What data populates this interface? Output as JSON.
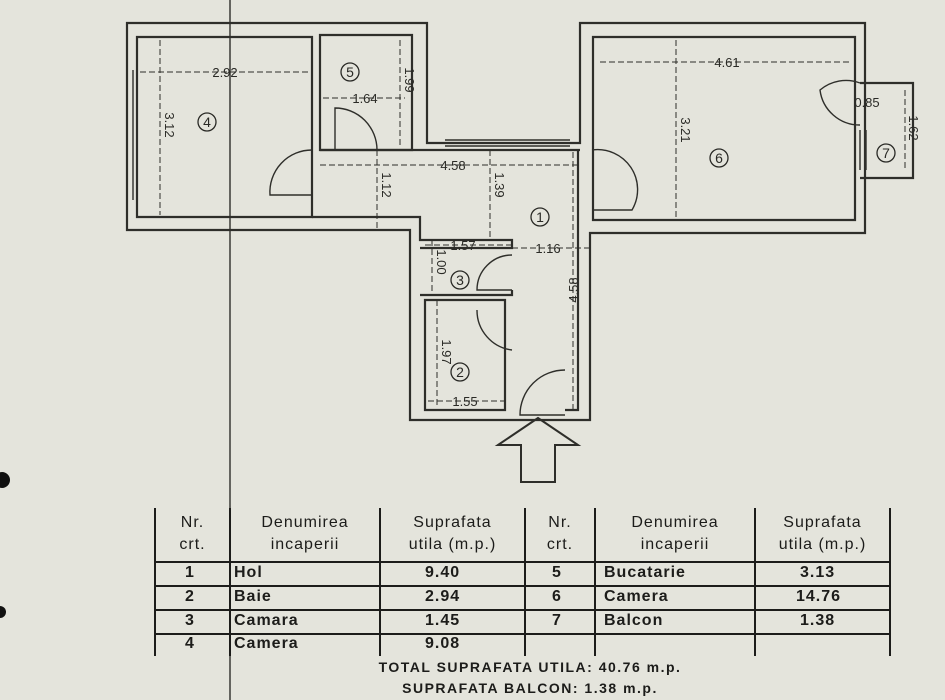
{
  "plan": {
    "rooms": [
      "1",
      "2",
      "3",
      "4",
      "5",
      "6",
      "7"
    ],
    "dimensions": {
      "room4_width": "2.92",
      "room4_length": "3.12",
      "room5_width": "1.64",
      "room5_length": "1.99",
      "hall_length": "4.58",
      "hall_width_left": "1.12",
      "hall_width_mid": "1.39",
      "room3_width": "1.57",
      "hall_column_width": "1.16",
      "hall_column_length": "4.58",
      "room3_length": "1.00",
      "room2_length": "1.97",
      "room2_width": "1.55",
      "room6_width": "4.61",
      "room6_length": "3.21",
      "room7_width": "0.85",
      "room7_length": "1.62"
    },
    "entrance_arrow": "entrance-arrow-icon"
  },
  "table": {
    "headers": {
      "nr": [
        "Nr.",
        "crt."
      ],
      "name": [
        "Denumirea",
        "incaperii"
      ],
      "area": [
        "Suprafata",
        "utila (m.p.)"
      ]
    },
    "left_rows": [
      {
        "nr": "1",
        "name": "Hol",
        "area": "9.40"
      },
      {
        "nr": "2",
        "name": "Baie",
        "area": "2.94"
      },
      {
        "nr": "3",
        "name": "Camara",
        "area": "1.45"
      },
      {
        "nr": "4",
        "name": "Camera",
        "area": "9.08"
      }
    ],
    "right_rows": [
      {
        "nr": "5",
        "name": "Bucatarie",
        "area": "3.13"
      },
      {
        "nr": "6",
        "name": "Camera",
        "area": "14.76"
      },
      {
        "nr": "7",
        "name": "Balcon",
        "area": "1.38"
      }
    ],
    "total_useful": "TOTAL SUPRAFATA UTILA: 40.76 m.p.",
    "balcony_total": "SUPRAFATA BALCON: 1.38 m.p."
  },
  "colors": {
    "paper": "#e4e4dc",
    "ink": "#2a2a26"
  }
}
